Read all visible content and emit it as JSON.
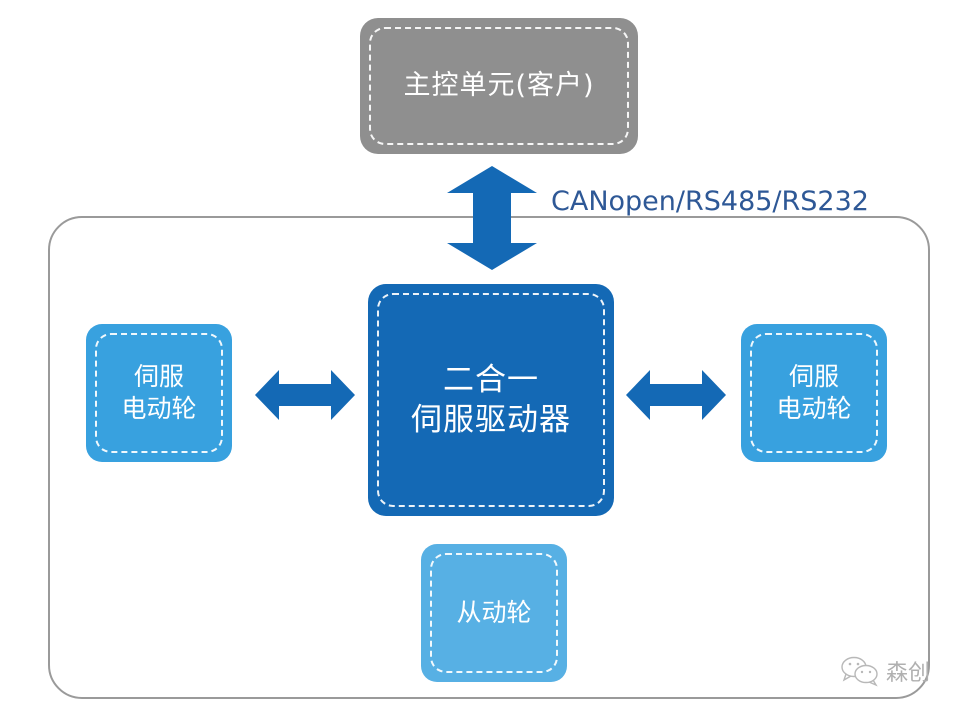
{
  "diagram": {
    "master_unit": {
      "label": "主控单元(客户)",
      "color": "#8f8f8f"
    },
    "protocol_label": "CANopen/RS485/RS232",
    "driver": {
      "line1": "二合一",
      "line2": "伺服驱动器",
      "color": "#1469b5"
    },
    "wheel_left": {
      "line1": "伺服",
      "line2": "电动轮",
      "color": "#38a1df"
    },
    "wheel_right": {
      "line1": "伺服",
      "line2": "电动轮",
      "color": "#38a1df"
    },
    "idler_wheel": {
      "label": "从动轮",
      "color": "#57b0e4"
    },
    "arrow_color": "#1469b5",
    "frame_color": "#9a9a9a",
    "watermark": {
      "icon": "wechat-icon",
      "text": "森创"
    }
  }
}
